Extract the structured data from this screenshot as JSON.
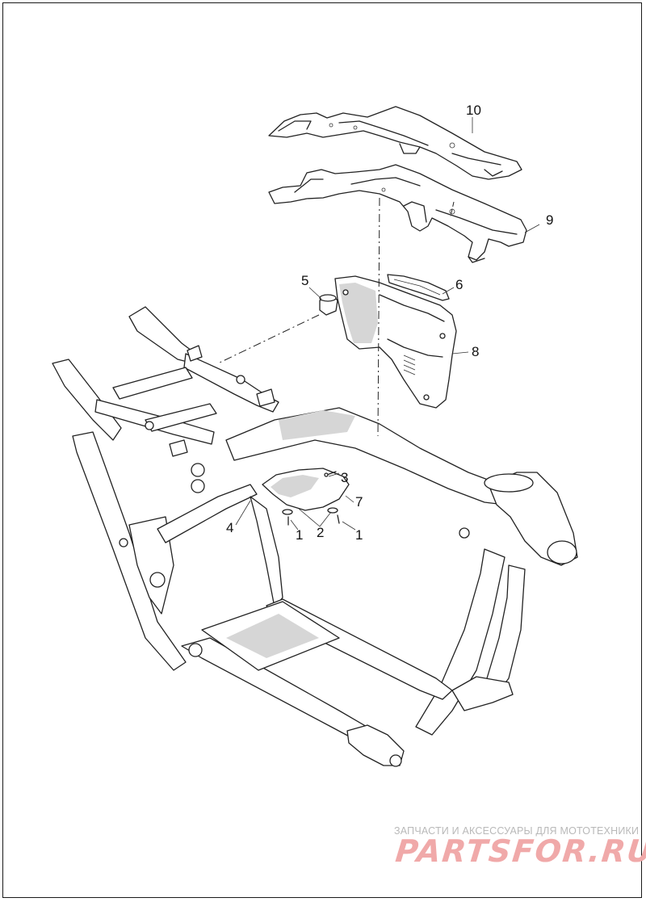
{
  "diagram": {
    "callouts": [
      {
        "id": "c10",
        "label": "10"
      },
      {
        "id": "c9",
        "label": "9"
      },
      {
        "id": "c5",
        "label": "5"
      },
      {
        "id": "c6",
        "label": "6"
      },
      {
        "id": "c8",
        "label": "8"
      },
      {
        "id": "c3",
        "label": "3"
      },
      {
        "id": "c7",
        "label": "7"
      },
      {
        "id": "c4",
        "label": "4"
      },
      {
        "id": "c1a",
        "label": "1"
      },
      {
        "id": "c2",
        "label": "2"
      },
      {
        "id": "c1b",
        "label": "1"
      }
    ]
  },
  "watermark": {
    "tagline": "ЗАПЧАСТИ И АКСЕССУАРЫ ДЛЯ МОТОТЕХНИКИ",
    "brand": "PARTSFOR.RU",
    "brand_color": "#f0a9a9",
    "tagline_color": "#b9b9b9"
  }
}
